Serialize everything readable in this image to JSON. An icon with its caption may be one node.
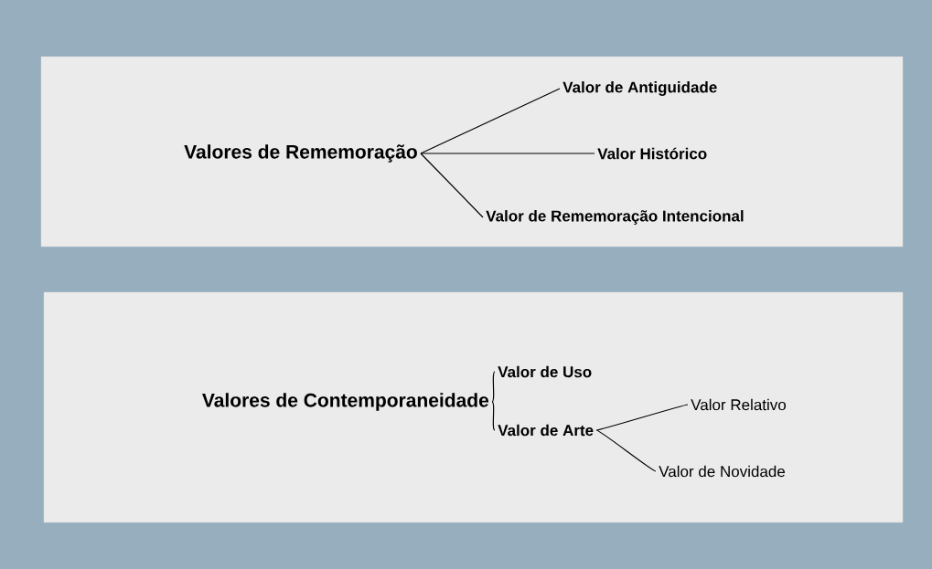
{
  "diagram": {
    "nodes": [
      {
        "text": [],
        "shape": "box"
      },
      {
        "text": [
          "Valores de Rememoração"
        ],
        "in": 0
      },
      {
        "text": [
          "Valor de Antiguidade"
        ],
        "in": 0
      },
      {
        "text": [
          "Valor Histórico"
        ],
        "in": 0
      },
      {
        "text": [
          "Valor de Rememoração Intencional"
        ],
        "in": 0
      },
      {
        "text": [],
        "shape": "box"
      },
      {
        "text": [
          "Valores de Contemporaneidade"
        ],
        "in": 5
      },
      {
        "text": [
          "Valor de Uso"
        ],
        "in": 5
      },
      {
        "text": [
          "Valor de Arte"
        ],
        "in": 5
      },
      {
        "text": [
          "Valor Relativo"
        ],
        "in": 5
      },
      {
        "text": [
          "Valor de Novidade"
        ],
        "in": 5
      }
    ],
    "edges": [
      {
        "from": 1,
        "to": 2,
        "arrow": "none"
      },
      {
        "from": 1,
        "to": 3,
        "arrow": "none"
      },
      {
        "from": 1,
        "to": 4,
        "arrow": "none"
      },
      {
        "from": 6,
        "to": 7,
        "arrow": "none"
      },
      {
        "from": 6,
        "to": 8,
        "arrow": "none"
      },
      {
        "from": 8,
        "to": 9,
        "arrow": "none"
      },
      {
        "from": 8,
        "to": 10,
        "arrow": "none"
      }
    ]
  }
}
